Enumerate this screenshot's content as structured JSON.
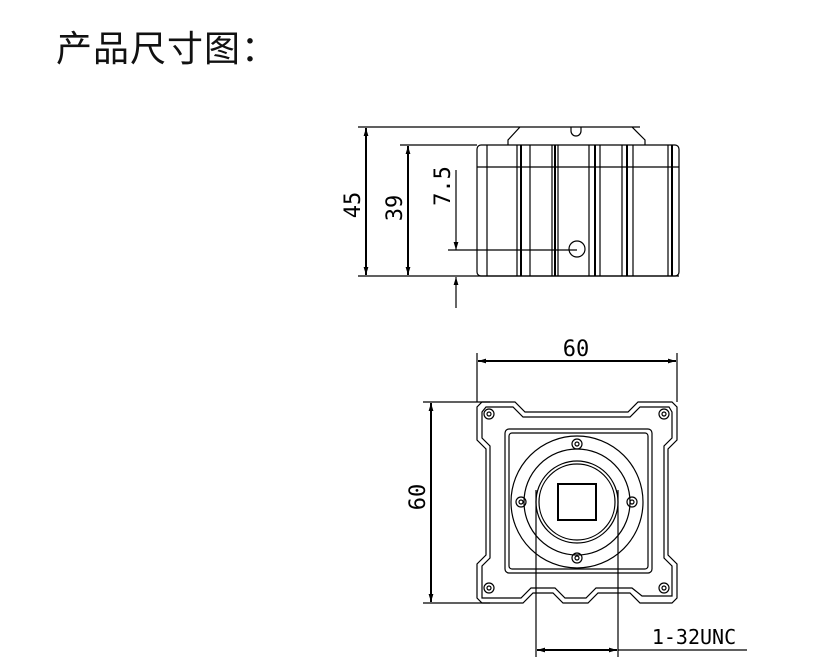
{
  "title": "产品尺寸图：",
  "side_view": {
    "dim_total_height": "45",
    "dim_body_height": "39",
    "dim_hole_offset": "7.5"
  },
  "front_view": {
    "dim_width": "60",
    "dim_height": "60",
    "thread_label": "1-32UNC"
  }
}
